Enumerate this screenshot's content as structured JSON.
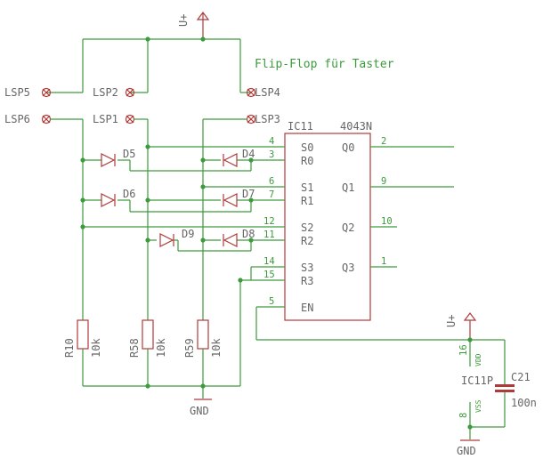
{
  "title": "Flip-Flop für Taster",
  "supply_top": "U+",
  "supply_right": "U+",
  "gnd_left": "GND",
  "gnd_right": "GND",
  "ic": {
    "name": "IC11",
    "part": "4043N",
    "inputs": [
      "S0",
      "R0",
      "S1",
      "R1",
      "S2",
      "R2",
      "S3",
      "R3",
      "EN"
    ],
    "outputs": [
      "Q0",
      "Q1",
      "Q2",
      "Q3"
    ],
    "input_pins": [
      "4",
      "3",
      "6",
      "7",
      "12",
      "11",
      "14",
      "15",
      "5"
    ],
    "output_pins": [
      "2",
      "9",
      "10",
      "1"
    ]
  },
  "power_part": {
    "name": "IC11P",
    "vdd": "VDD",
    "vss": "VSS",
    "pin_vdd": "16",
    "pin_vss": "8"
  },
  "connectors": [
    "LSP5",
    "LSP2",
    "LSP4",
    "LSP6",
    "LSP1",
    "LSP3"
  ],
  "diodes": [
    "D5",
    "D4",
    "D6",
    "D7",
    "D9",
    "D8"
  ],
  "resistors": [
    {
      "name": "R10",
      "value": "10k"
    },
    {
      "name": "R58",
      "value": "10k"
    },
    {
      "name": "R59",
      "value": "10k"
    }
  ],
  "capacitor": {
    "name": "C21",
    "value": "100n"
  }
}
